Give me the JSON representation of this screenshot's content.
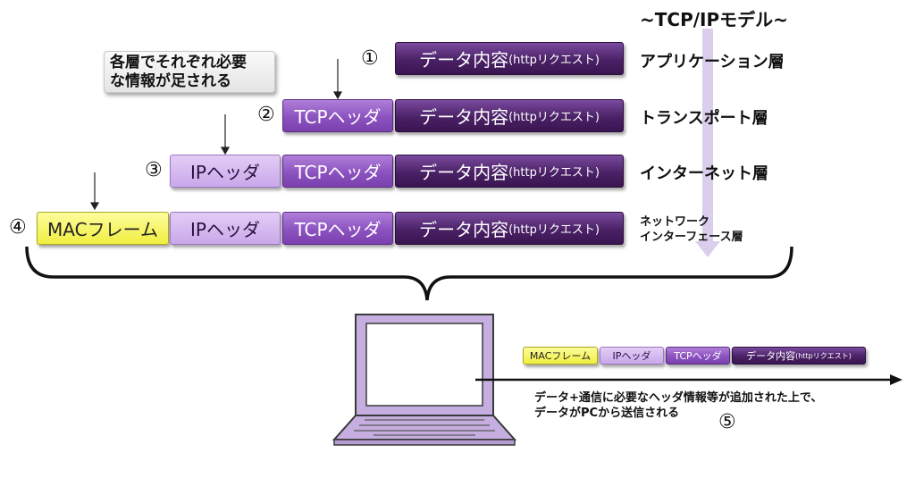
{
  "title": "~TCP/IPモデル~",
  "callout": [
    "各層でそれぞれ必要",
    "な情報が足される"
  ],
  "blocks": {
    "data": "データ内容",
    "data_suffix": "(httpリクエスト)",
    "tcp": "TCPヘッダ",
    "ip": "IPヘッダ",
    "mac": "MACフレーム"
  },
  "steps": [
    "①",
    "②",
    "③",
    "④",
    "⑤"
  ],
  "layers": {
    "application": "アプリケーション層",
    "transport": "トランスポート層",
    "internet": "インターネット層",
    "network_line1": "ネットワーク",
    "network_line2": "インターフェース層"
  },
  "caption": [
    "データ+通信に必要なヘッダ情報等が追加された上で、",
    "データがPCから送信される"
  ],
  "colors": {
    "data": "#4a2166",
    "tcp": "#8c52c0",
    "ip": "#c9a8ea",
    "mac": "#f0ee40",
    "arrow": "#c9b8e0",
    "laptop_fill": "#c6aee0",
    "laptop_stroke": "#3a3a3a"
  }
}
